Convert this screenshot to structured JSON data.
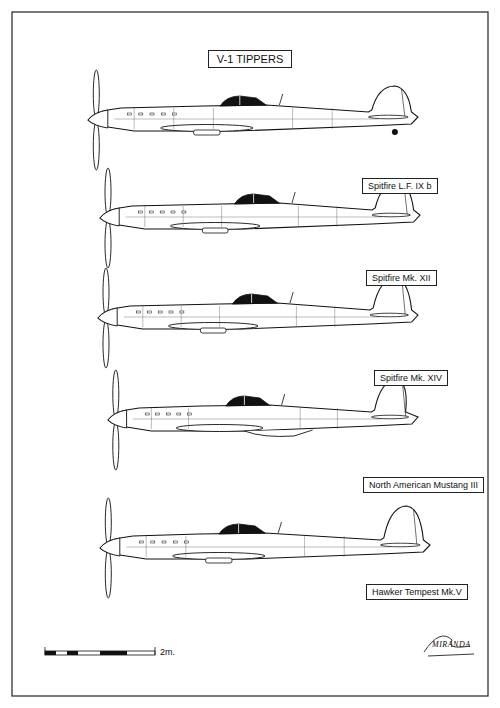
{
  "diagram": {
    "title": "V-1 TIPPERS",
    "labels": [
      "Spitfire L.F. IX b",
      "Spitfire Mk. XII",
      "Spitfire Mk. XIV",
      "North American Mustang III",
      "Hawker Tempest Mk.V",
      "2m.",
      "MIRANDA"
    ]
  }
}
